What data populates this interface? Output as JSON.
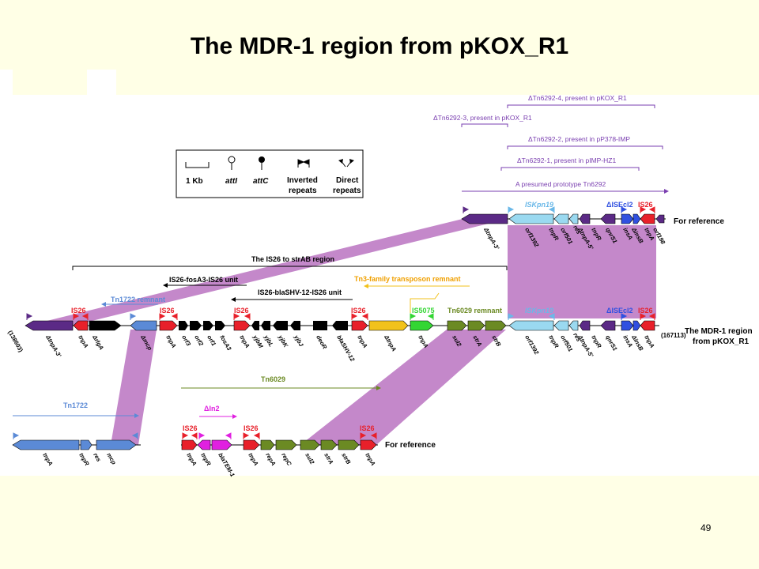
{
  "slide": {
    "title": "The MDR-1 region from pKOX_R1",
    "page_number": "49"
  },
  "colors": {
    "violet_dark": "#5b2a86",
    "violet": "#7a3fb0",
    "red": "#e8202a",
    "black": "#000000",
    "light_blue": "#9ad9f0",
    "blue": "#3050e0",
    "steel_blue": "#5b8ad6",
    "yellow": "#f2c21b",
    "green": "#33d633",
    "olive": "#6b8a23",
    "magenta": "#e020e0",
    "band": "#b060b8",
    "orange_text": "#f0a000",
    "label_blue": "#6ab8e8"
  },
  "legend": {
    "scale": "1 Kb",
    "att_i": "attI",
    "att_c": "attC",
    "inverted": "Inverted",
    "inverted2": "repeats",
    "direct": "Direct",
    "direct2": "repeats"
  },
  "spans": {
    "tn6292_4": "ΔTn6292-4, present in pKOX_R1",
    "tn6292_3": "ΔTn6292-3, present in pKOX_R1",
    "tn6292_2": "ΔTn6292-2, present in pP378-IMP",
    "tn6292_1": "ΔTn6292-1, present in pIMP-HZ1",
    "prototype": "A presumed prototype Tn6292",
    "is26_strab": "The IS26 to strAB region",
    "is26_fosa3": "IS26-fosA3-IS26 unit",
    "is26_bla": "IS26-blaSHV-12-IS26 unit",
    "tn3_remnant": "Tn3-family transposon remnant",
    "tn1722_remnant": "Tn1722 remnant",
    "tn6029": "Tn6029",
    "tn1722": "Tn1722",
    "din2": "ΔIn2"
  },
  "labels": {
    "for_reference": "For reference",
    "mdr_region_1": "The MDR-1 region",
    "mdr_region_2": "from pKOX_R1",
    "coord_left": "(138603)",
    "coord_right": "(167113)",
    "is26": "IS26",
    "iskpn19": "ISKpn19",
    "isecl2": "ΔISEcl2",
    "is5075": "IS5075",
    "tn6029_remnant": "Tn6029 remnant"
  },
  "genes": {
    "top_ref": [
      "ΔtnpA-3'",
      "orf1392",
      "tnpR",
      "orf501",
      "res",
      "ΔtnpA-5'",
      "tnpR",
      "qnrS1",
      "insA",
      "ΔinsB",
      "tnpA",
      "orf198"
    ],
    "main": [
      "ΔtnpA-3'",
      "tnpA",
      "ΔrlgA",
      "Δmcp",
      "tnpA",
      "orf3",
      "orf2",
      "orf1",
      "fosA3",
      "tnpA",
      "yjbM",
      "yjbL",
      "yjbK",
      "yjbJ",
      "deoR",
      "blaSHV-12",
      "tnpA",
      "ΔtnpA",
      "tnpA",
      "sul2",
      "strA",
      "strB",
      "orf1392",
      "tnpR",
      "orf501",
      "res",
      "ΔtnpA-5'",
      "tnpR",
      "qnrS1",
      "insA",
      "ΔinsB",
      "tnpA"
    ],
    "tn1722": [
      "tnpA",
      "tnpR",
      "res",
      "mcp"
    ],
    "tn6029": [
      "tnpA",
      "tnpR",
      "blaTEM-1",
      "tnpA",
      "repA",
      "repC",
      "sul2",
      "strA",
      "strB",
      "tnpA"
    ]
  }
}
